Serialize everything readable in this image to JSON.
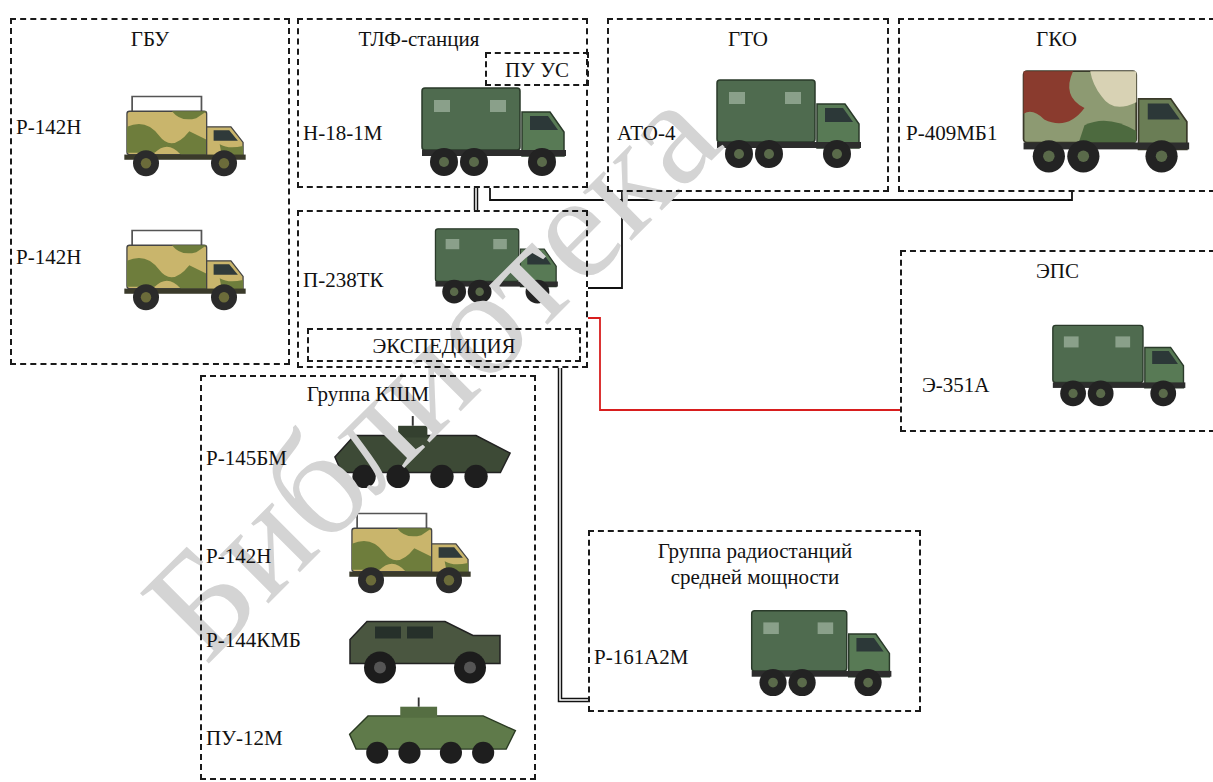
{
  "diagram": {
    "nodes": [
      {
        "text": [
          "ГБУ",
          "Р-142Н",
          "Р-142Н"
        ]
      },
      {
        "text": [
          "ТЛФ-станция",
          "Н-18-1М"
        ]
      },
      {
        "text": [
          "ПУ УС"
        ],
        "in": 1
      },
      {
        "text": [
          "ГТО",
          "АТО-4"
        ]
      },
      {
        "text": [
          "ГКО",
          "Р-409МБ1"
        ]
      },
      {
        "text": [
          "П-238ТК"
        ]
      },
      {
        "text": [
          "ЭКСПЕДИЦИЯ"
        ],
        "in": 5
      },
      {
        "text": [
          "ЭПС",
          "Э-351А"
        ]
      },
      {
        "text": [
          "Группа КШМ",
          "Р-145БМ",
          "Р-142Н",
          "Р-144КМБ",
          "ПУ-12М"
        ]
      },
      {
        "text": [
          "Группа радиостанций средней мощности",
          "Р-161А2М"
        ]
      }
    ],
    "edges": [
      {
        "from": 1,
        "to": 5,
        "arrow": "none"
      },
      {
        "from": 1,
        "to": 4,
        "arrow": "none"
      },
      {
        "from": 5,
        "to": 3,
        "arrow": "none"
      },
      {
        "from": 5,
        "to": 7,
        "arrow": "none"
      },
      {
        "from": 5,
        "to": 9,
        "arrow": "none"
      }
    ],
    "labels": [
      "Библиотека"
    ]
  }
}
